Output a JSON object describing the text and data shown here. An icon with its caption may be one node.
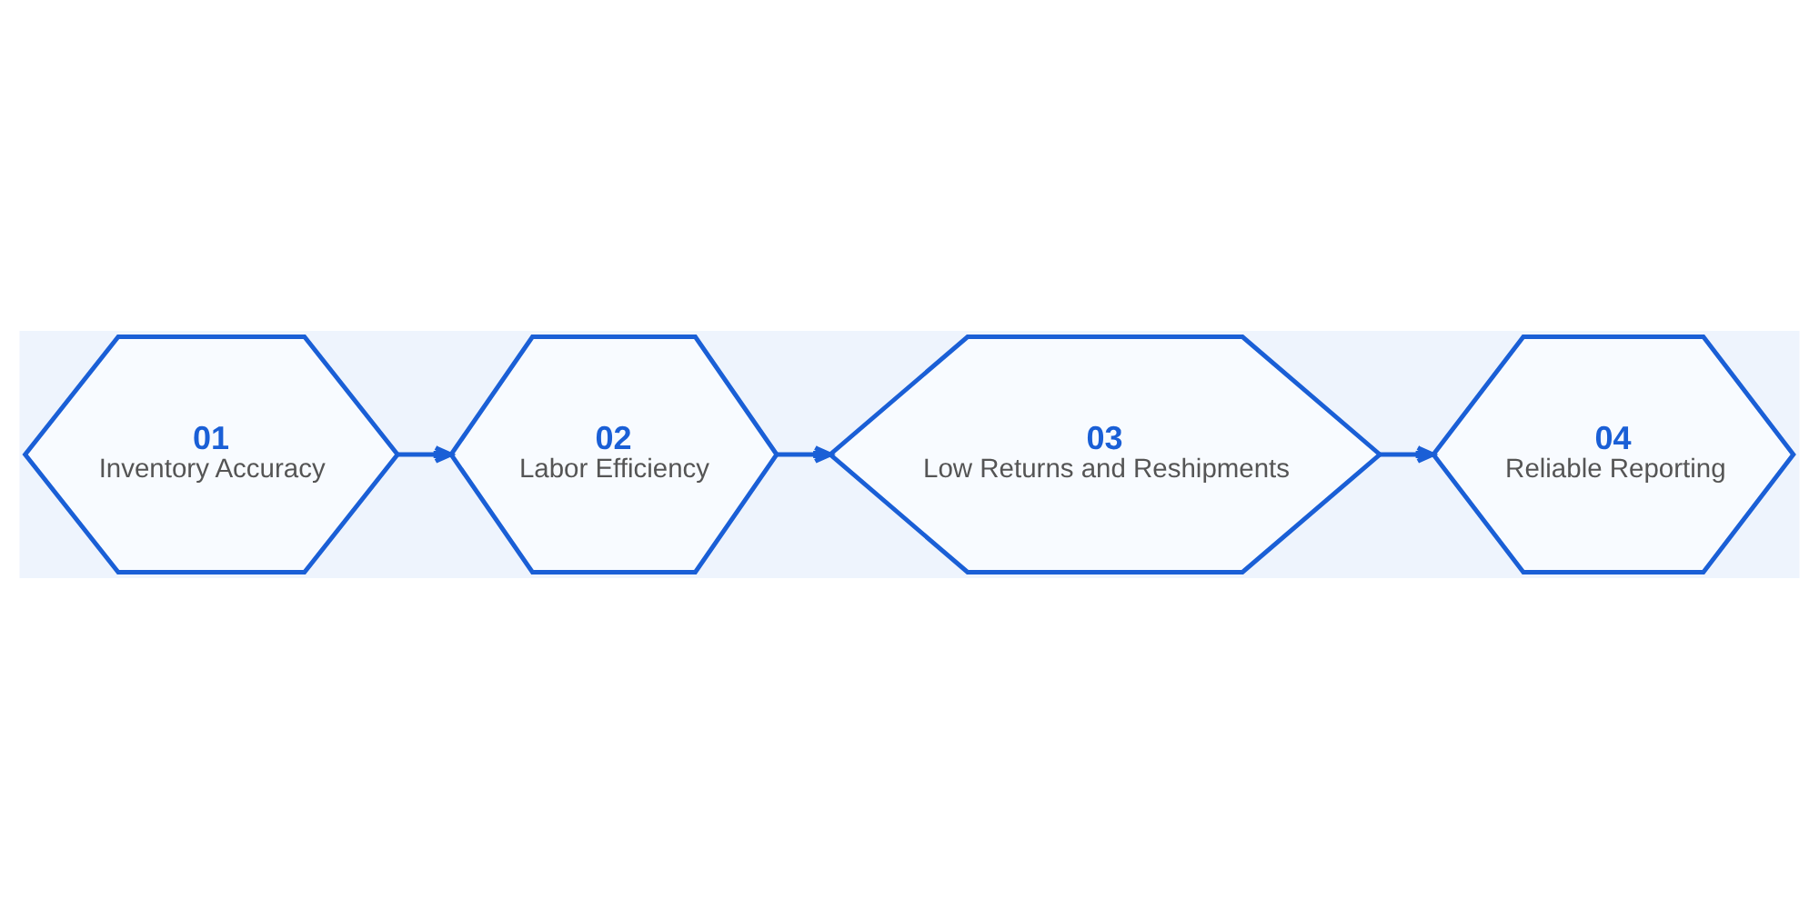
{
  "diagram": {
    "nodes": [
      {
        "text": [
          "01",
          "Inventory Accuracy"
        ]
      },
      {
        "text": [
          "02",
          "Labor Efficiency"
        ]
      },
      {
        "text": [
          "03",
          "Low Returns and Reshipments"
        ]
      },
      {
        "text": [
          "04",
          "Reliable Reporting"
        ]
      }
    ],
    "edges": [
      {
        "from": 0,
        "to": 1,
        "arrow": "to"
      },
      {
        "from": 1,
        "to": 2,
        "arrow": "to"
      },
      {
        "from": 2,
        "to": 3,
        "arrow": "to"
      }
    ]
  }
}
